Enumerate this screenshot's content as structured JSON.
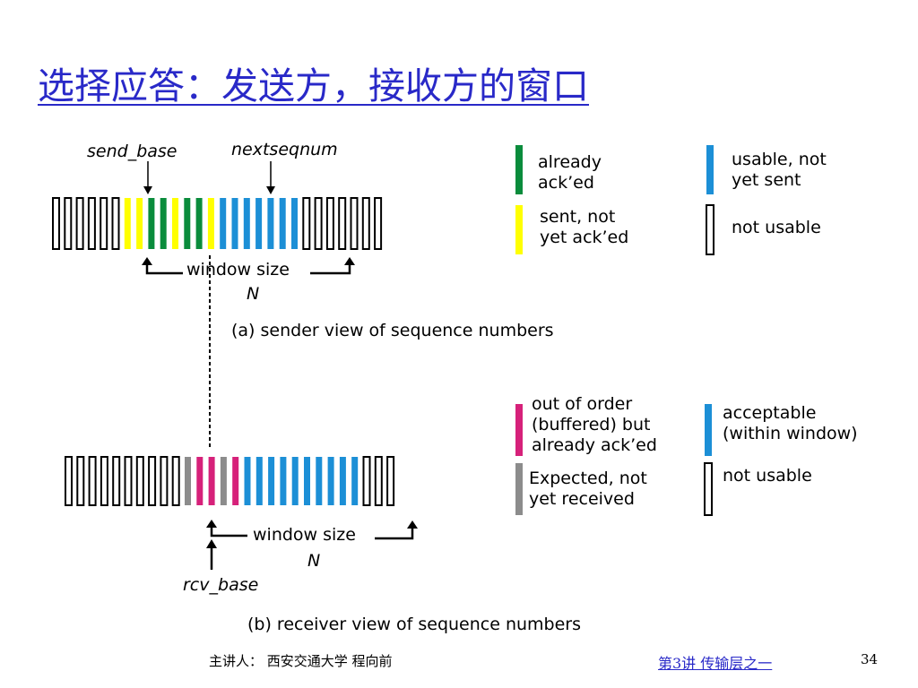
{
  "title": "选择应答：发送方，接收方的窗口",
  "sender": {
    "send_base_label": "send_base",
    "nextseqnum_label": "nextseqnum",
    "window_label": "window size",
    "window_n": "N",
    "caption": "(a) sender view of sequence numbers",
    "slots": [
      "n",
      "n",
      "n",
      "n",
      "n",
      "n",
      "y",
      "y",
      "g",
      "g",
      "y",
      "g",
      "g",
      "y",
      "b",
      "b",
      "b",
      "b",
      "b",
      "b",
      "b",
      "n",
      "n",
      "n",
      "n",
      "n",
      "n",
      "n"
    ]
  },
  "receiver": {
    "rcv_base_label": "rcv_base",
    "window_label": "window size",
    "window_n": "N",
    "caption": "(b) receiver view of sequence numbers",
    "slots": [
      "n",
      "n",
      "n",
      "n",
      "n",
      "n",
      "n",
      "n",
      "n",
      "n",
      "gr",
      "p",
      "p",
      "gr",
      "p",
      "b",
      "b",
      "b",
      "b",
      "b",
      "b",
      "b",
      "b",
      "b",
      "b",
      "n",
      "n",
      "n"
    ]
  },
  "sender_legend": [
    {
      "kind": "g",
      "lines": [
        "already",
        "ack’ed"
      ]
    },
    {
      "kind": "y",
      "lines": [
        "sent, not",
        "yet ack’ed"
      ]
    },
    {
      "kind": "b",
      "lines": [
        "usable, not",
        "yet sent"
      ]
    },
    {
      "kind": "n",
      "lines": [
        "not usable"
      ]
    }
  ],
  "receiver_legend": [
    {
      "kind": "p",
      "lines": [
        "out of order",
        "(buffered) but",
        "already ack’ed"
      ]
    },
    {
      "kind": "gr",
      "lines": [
        "Expected, not",
        "yet received"
      ]
    },
    {
      "kind": "b",
      "lines": [
        "acceptable",
        "(within window)"
      ]
    },
    {
      "kind": "n",
      "lines": [
        "not usable"
      ]
    }
  ],
  "colors": {
    "title": "#2929c8",
    "n": "#ffffff",
    "g": "#0a8c3c",
    "y": "#ffff00",
    "b": "#1c8fd6",
    "p": "#d6217a",
    "gr": "#8c8c8c",
    "outline": "#000000"
  },
  "footer": {
    "presenter": "主讲人：  西安交通大学  程向前",
    "lecture": "第3讲  传输层之一",
    "page": "34"
  }
}
